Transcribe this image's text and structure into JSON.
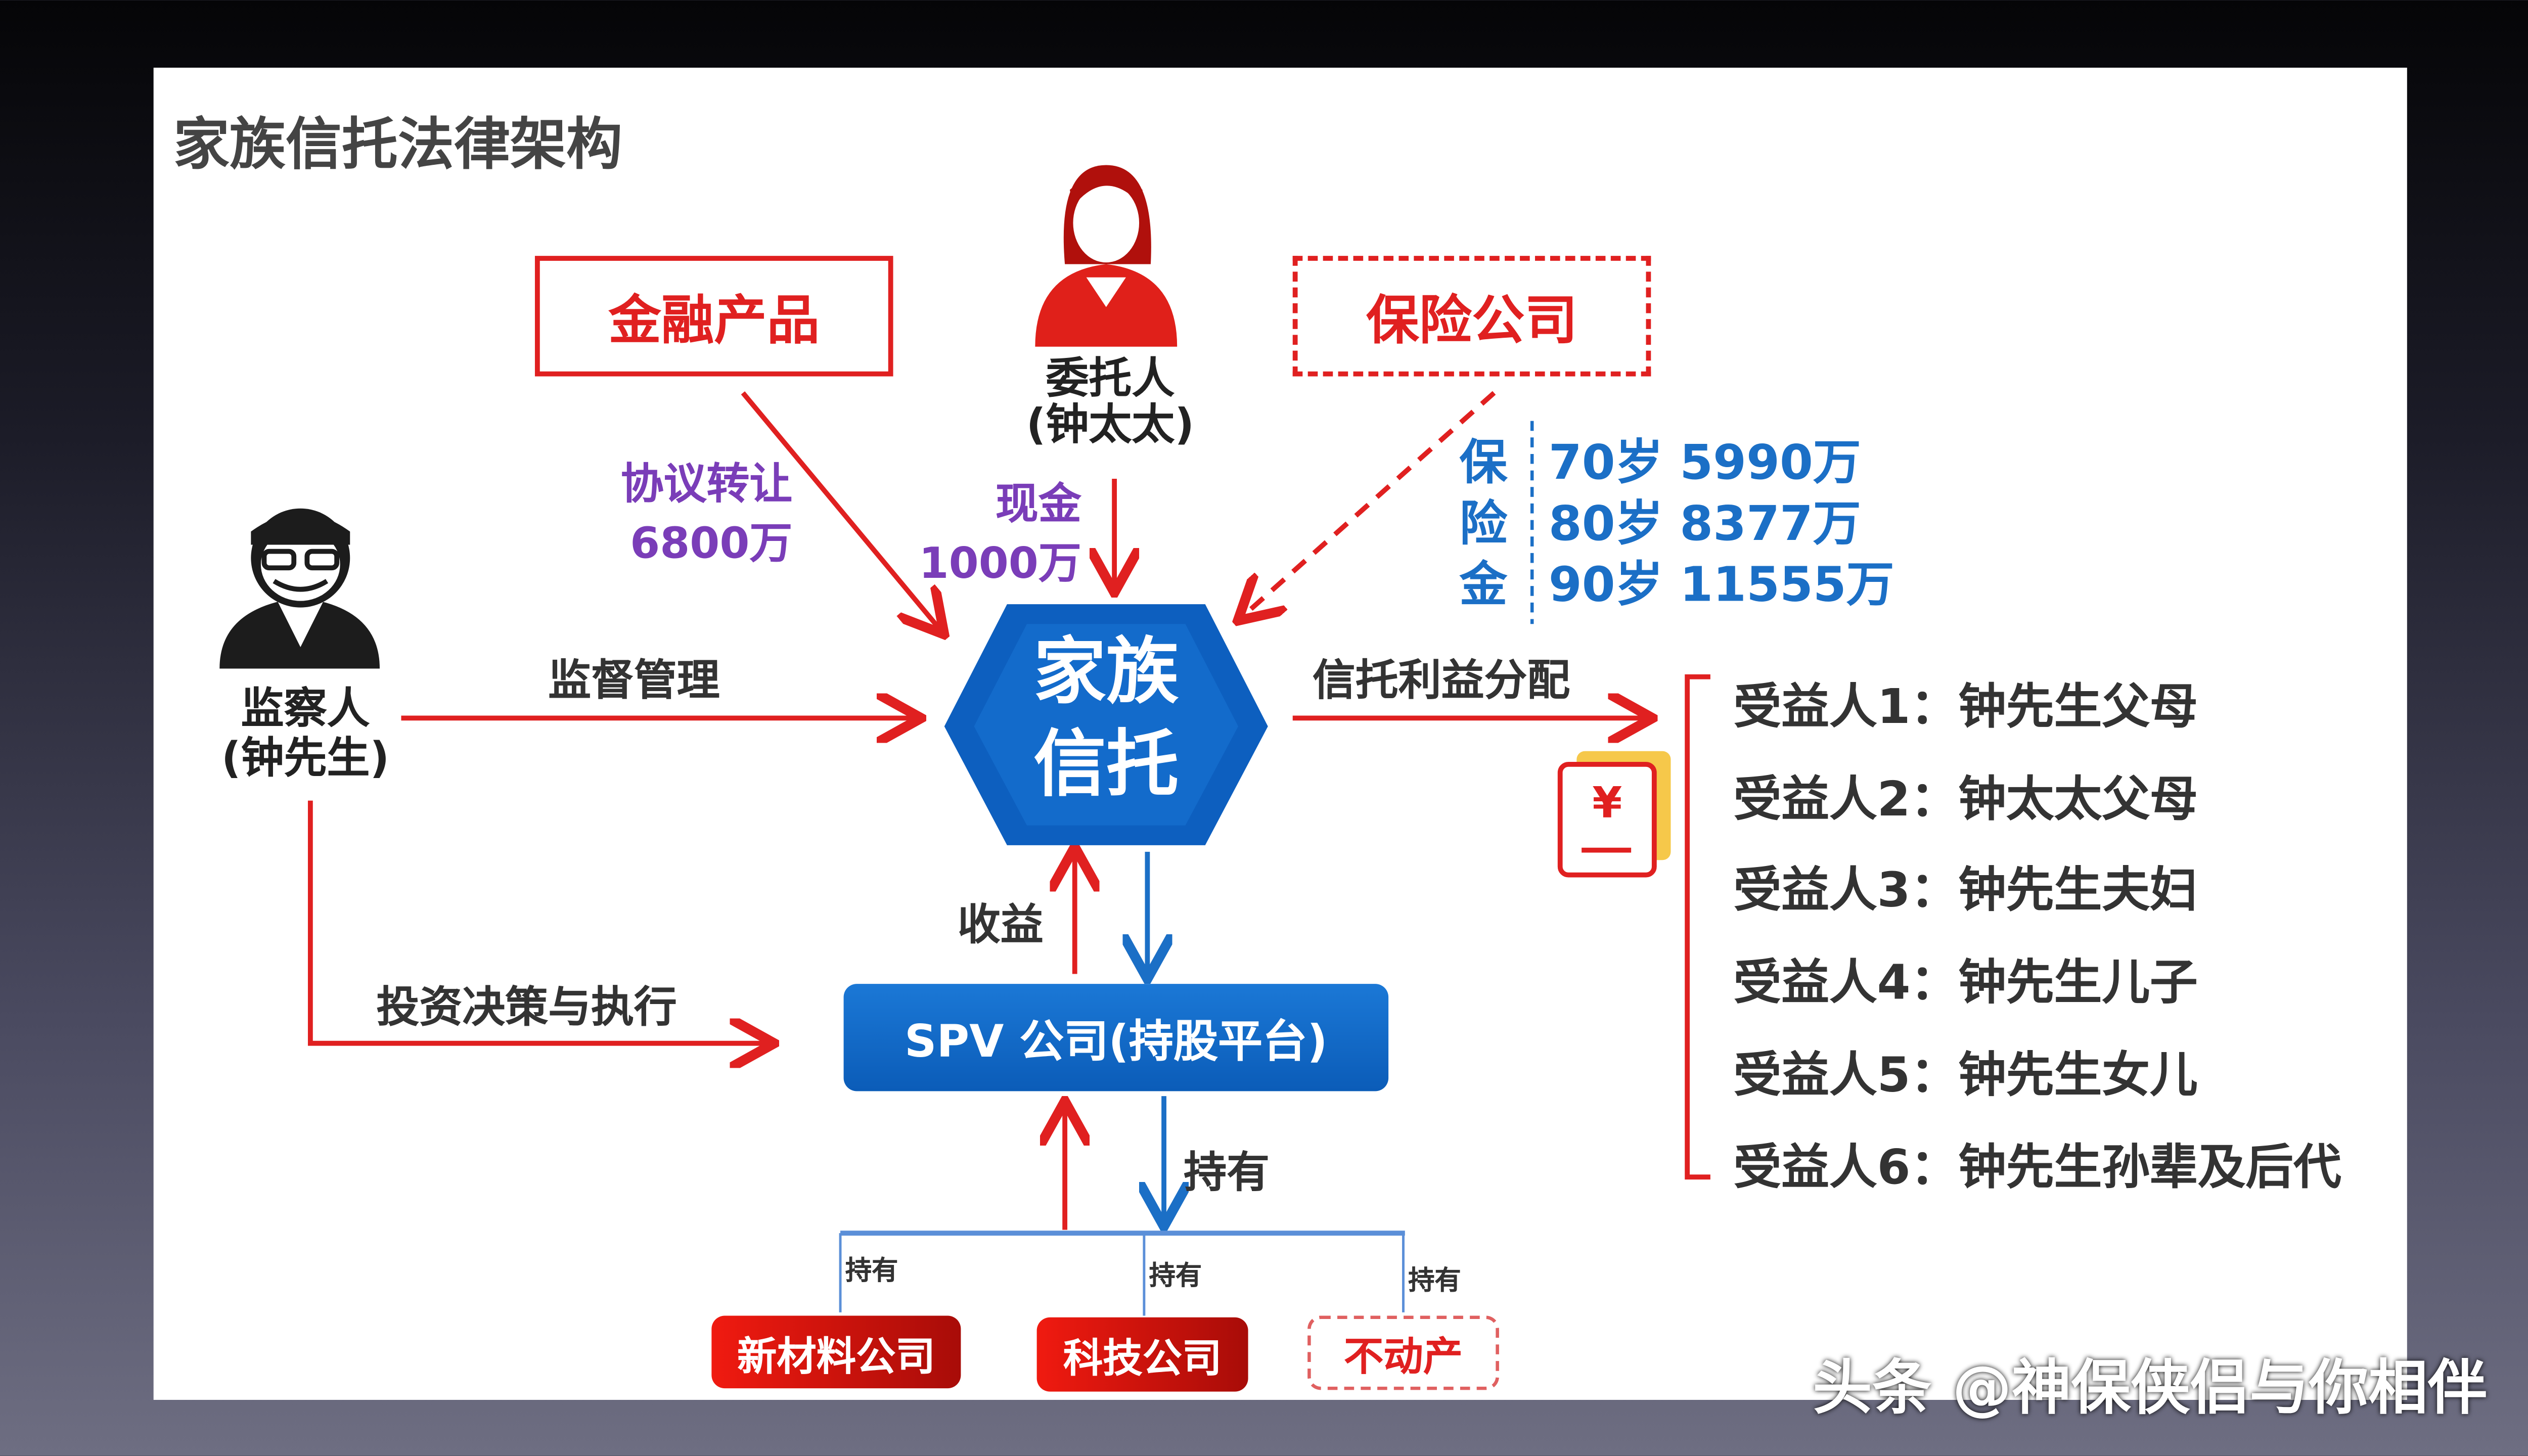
{
  "title": "家族信托法律架构",
  "financial_product": "金融产品",
  "insurance_company": "保险公司",
  "settlor": {
    "label": "委托人",
    "name": "(钟太太)"
  },
  "supervisor": {
    "label": "监察人",
    "name": "(钟先生)"
  },
  "transfer": {
    "label": "协议转让",
    "amount": "6800万"
  },
  "cash": {
    "label": "现金",
    "amount": "1000万"
  },
  "insurance_benefit": {
    "label_chars": [
      "保",
      "险",
      "金"
    ],
    "rows": [
      "70岁 5990万",
      "80岁 8377万",
      "90岁 11555万"
    ]
  },
  "trust": {
    "line1": "家族",
    "line2": "信托"
  },
  "supervise_label": "监督管理",
  "distribution_label": "信托利益分配",
  "beneficiaries": [
    "受益人1：钟先生父母",
    "受益人2：钟太太父母",
    "受益人3：钟先生夫妇",
    "受益人4：钟先生儿子",
    "受益人5：钟先生女儿",
    "受益人6：钟先生孙辈及后代"
  ],
  "yuan_symbol": "¥",
  "income_label": "收益",
  "invest_label": "投资决策与执行",
  "spv": "SPV 公司(持股平台)",
  "hold_label": "持有",
  "hold_small": [
    "持有",
    "持有",
    "持有"
  ],
  "holdings": [
    "新材料公司",
    "科技公司",
    "不动产"
  ],
  "watermark": "头条 @神保侠侣与你相伴",
  "colors": {
    "red": "#e02020",
    "blue": "#1b6fc6",
    "purple": "#7a3db8"
  }
}
